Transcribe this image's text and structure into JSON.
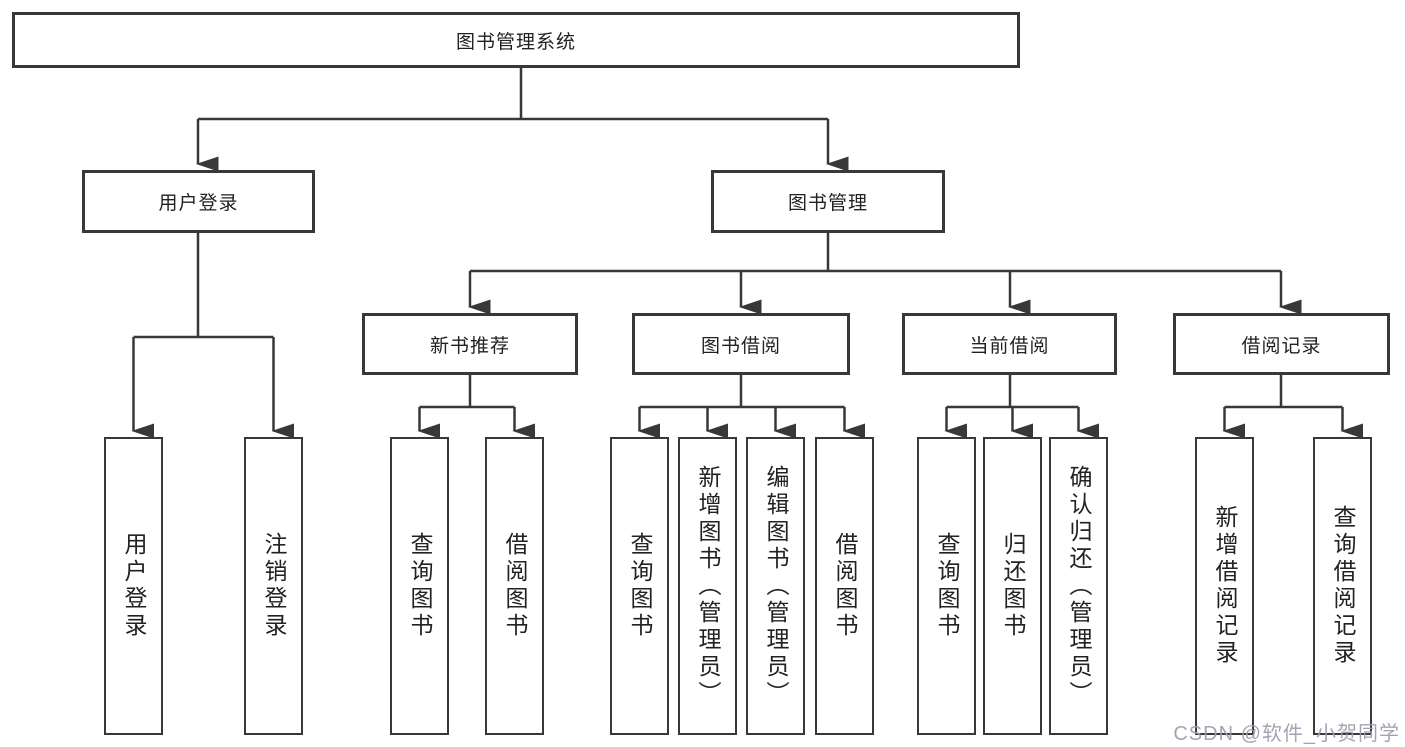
{
  "diagram": {
    "type": "hierarchy-tree",
    "root": {
      "label": "图书管理系统",
      "children": [
        {
          "label": "用户登录",
          "children": [
            {
              "label": "用户登录"
            },
            {
              "label": "注销登录"
            }
          ]
        },
        {
          "label": "图书管理",
          "children": [
            {
              "label": "新书推荐",
              "children": [
                {
                  "label": "查询图书"
                },
                {
                  "label": "借阅图书"
                }
              ]
            },
            {
              "label": "图书借阅",
              "children": [
                {
                  "label": "查询图书"
                },
                {
                  "label": "新增图书（管理员）"
                },
                {
                  "label": "编辑图书（管理员）"
                },
                {
                  "label": "借阅图书"
                }
              ]
            },
            {
              "label": "当前借阅",
              "children": [
                {
                  "label": "查询图书"
                },
                {
                  "label": "归还图书"
                },
                {
                  "label": "确认归还（管理员）"
                }
              ]
            },
            {
              "label": "借阅记录",
              "children": [
                {
                  "label": "新增借阅记录"
                },
                {
                  "label": "查询借阅记录"
                }
              ]
            }
          ]
        }
      ]
    },
    "colors": {
      "line": "#383838",
      "box_border": "#383838",
      "box_fill": "#ffffff",
      "text": "#222222",
      "watermark": "#9e9eaf"
    },
    "watermark": "CSDN @软件_小贺同学"
  }
}
